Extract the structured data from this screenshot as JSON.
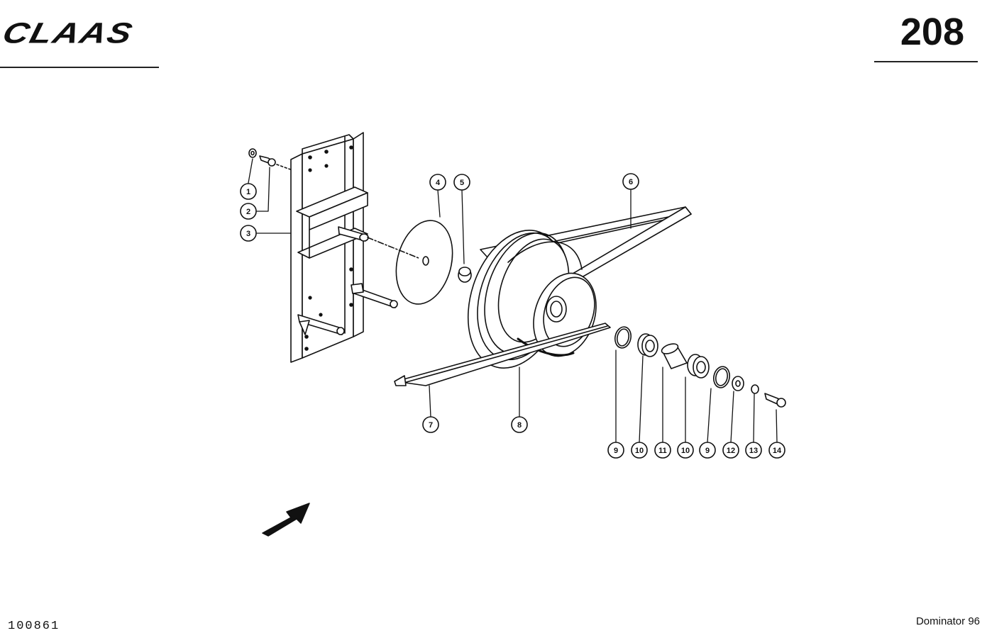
{
  "header": {
    "brand": "CLAAS",
    "page_number": "208"
  },
  "footer": {
    "drawing_number": "100861",
    "model": "Dominator 96"
  },
  "callouts": {
    "c1": "1",
    "c2": "2",
    "c3": "3",
    "c4": "4",
    "c5": "5",
    "c6": "6",
    "c7": "7",
    "c8": "8",
    "c9a": "9",
    "c10a": "10",
    "c11": "11",
    "c10b": "10",
    "c9b": "9",
    "c12": "12",
    "c13": "13",
    "c14": "14"
  }
}
